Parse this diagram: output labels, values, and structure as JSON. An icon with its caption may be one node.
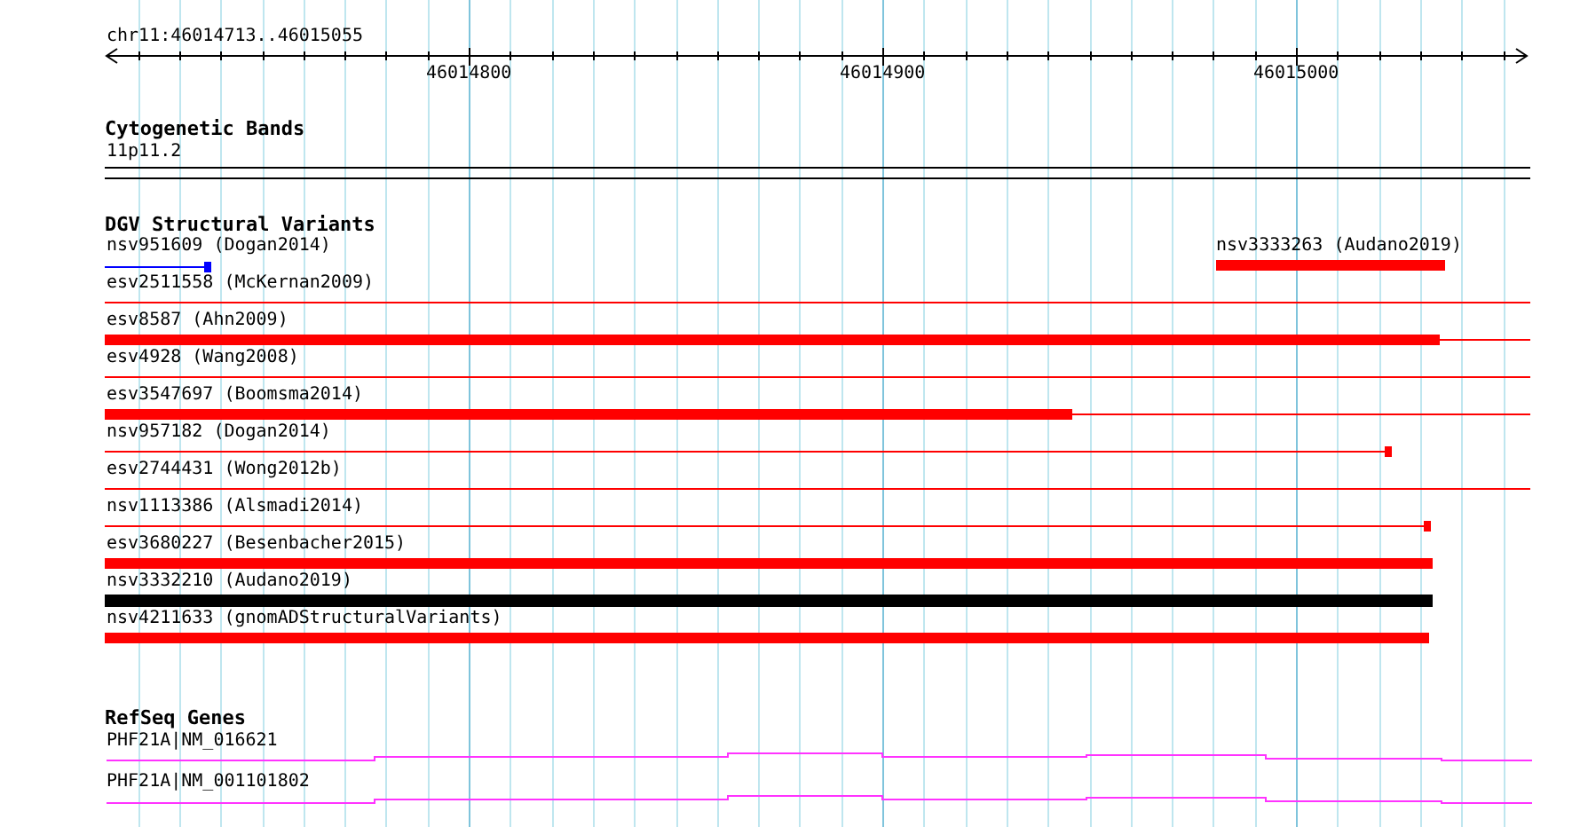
{
  "diagram": {
    "labels": [
      "chr11:46014713..46015055",
      "46014800",
      "46014900",
      "46015000",
      "Cytogenetic Bands",
      "11p11.2",
      "DGV Structural Variants",
      "nsv951609 (Dogan2014)",
      "nsv3333263 (Audano2019)",
      "esv2511558 (McKernan2009)",
      "esv8587 (Ahn2009)",
      "esv4928 (Wang2008)",
      "esv3547697 (Boomsma2014)",
      "nsv957182 (Dogan2014)",
      "esv2744431 (Wong2012b)",
      "nsv1113386 (Alsmadi2014)",
      "esv3680227 (Besenbacher2015)",
      "nsv3332210 (Audano2019)",
      "nsv4211633 (gnomADStructuralVariants)",
      "RefSeq Genes",
      "PHF21A|NM_016621",
      "PHF21A|NM_001101802"
    ]
  }
}
